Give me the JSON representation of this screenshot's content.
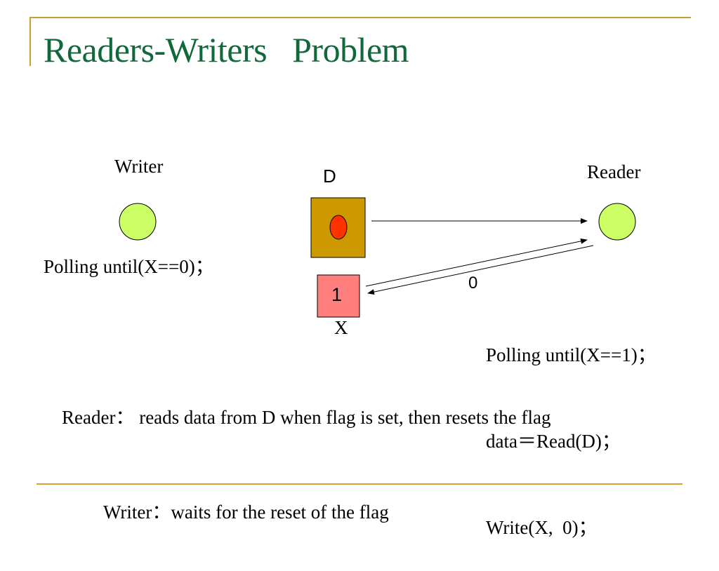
{
  "slide": {
    "title": "Readers-Writers   Problem",
    "colors": {
      "title": "#11683a",
      "rule": "#c9a02b",
      "process_fill": "#ccff66",
      "data_box_fill": "#cc9900",
      "data_dot_fill": "#ff3300",
      "flag_box_fill": "#ff7f7f"
    }
  },
  "diagram": {
    "writer": {
      "label": "Writer",
      "code": "Polling until(X==0)；"
    },
    "reader": {
      "label": "Reader",
      "code_lines": [
        "Polling until(X==1)；",
        "data＝Read(D)；",
        "Write(X,  0)；"
      ]
    },
    "data_box": {
      "label": "D"
    },
    "flag_box": {
      "label": "X",
      "value": "1"
    },
    "arrow_label": "0"
  },
  "notes": {
    "reader": "Reader： reads data from D when flag is set, then resets the flag",
    "writer": "Writer：waits for the reset of the flag"
  }
}
